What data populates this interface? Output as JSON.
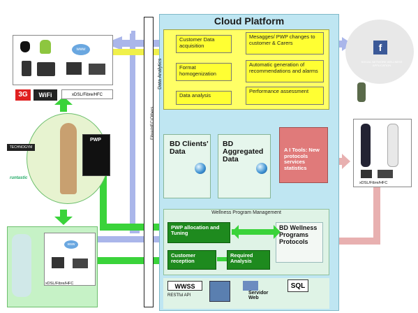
{
  "cloud": {
    "title": "Cloud Platform"
  },
  "data_analytics": {
    "label": "Data Analytics",
    "customer_data": "Customer Data acquisition",
    "format": "Format homogenization",
    "analysis": "Data analysis",
    "messages": "Mesagges/ PWP changes to customer & Carers",
    "automatic": "Automatic generation of recommendations and alarms",
    "performance": "Performance assessment"
  },
  "bd_clients": {
    "title": "BD Clients' Data"
  },
  "bd_aggregated": {
    "title": "BD Aggregated Data"
  },
  "ai_tools": {
    "text": "A I Tools: New protocols services statistics"
  },
  "wpm": {
    "title": "Wellness Program Management",
    "pwp": "PWP allocation and Tuning",
    "reception": "Customer reception",
    "required": "Required Analysis",
    "protocols": "BD Wellness Programs Protocols"
  },
  "tools": {
    "wwss": "WWSS",
    "restful": "RESTful API",
    "server": "Servidor Web",
    "sql": "SQL"
  },
  "left_panel": {
    "connection": "xDSL/Fibre/HFC",
    "tag_3g": "3G",
    "tag_wifi": "WiFi",
    "www": "www",
    "pwp": "PWP",
    "runtastic": "runtastic",
    "technogym": "TECHNOGYM"
  },
  "bottom_left": {
    "connection": "xDSL/Fibre/HFC",
    "www": "www"
  },
  "right_panel": {
    "connection": "xDSL/Fibre/HFC",
    "social": "SOCIAL NETWORK WELLNESS APPLICATION"
  },
  "fiber": {
    "label": "Fibre/HFC/Others..."
  },
  "colors": {
    "cloud": "#bfe6f2",
    "yellow": "#ffff33",
    "green": "#1e8a1e",
    "red": "#e07a7a",
    "blue_arrow": "#a9b8ea"
  }
}
